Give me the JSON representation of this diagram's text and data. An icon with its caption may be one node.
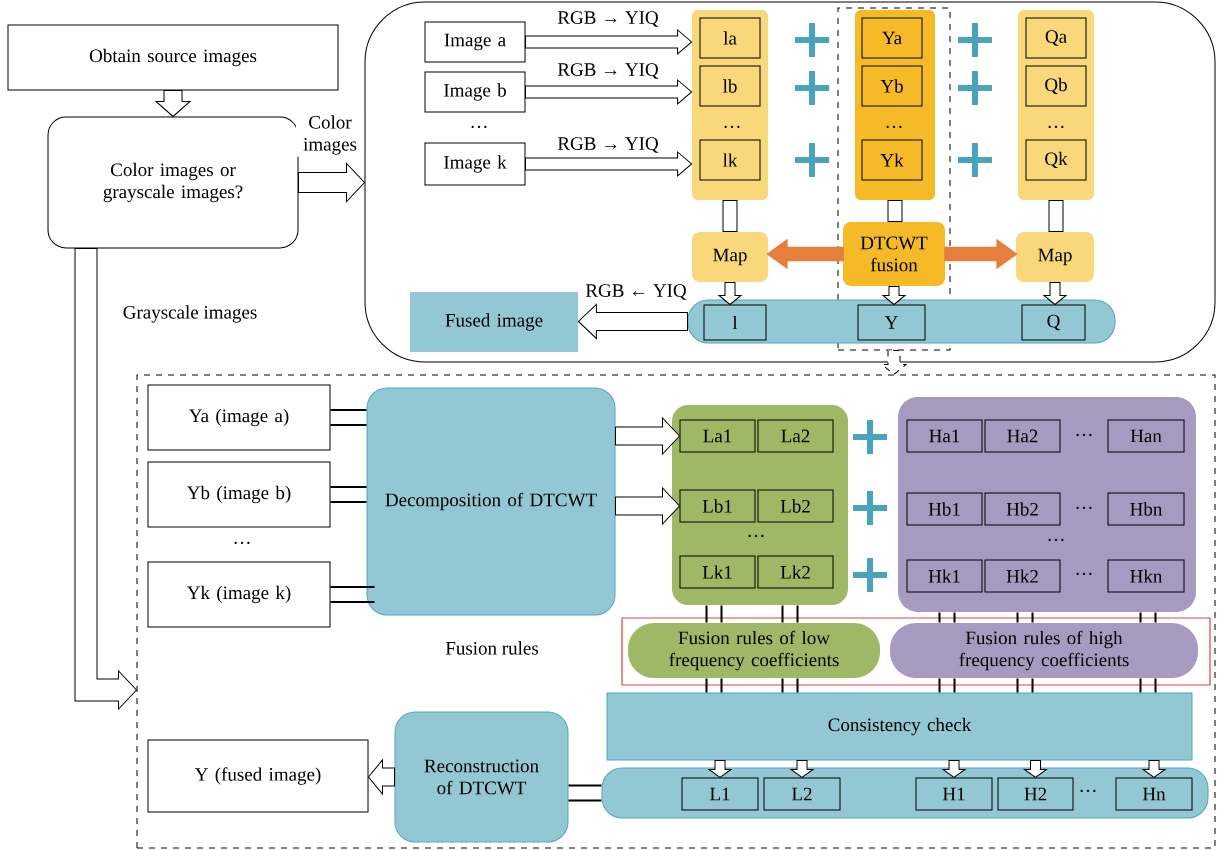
{
  "diagram": {
    "nodes": [
      {
        "text": [
          "Obtain source images"
        ]
      },
      {
        "text": [
          "Color images or grayscale images?"
        ]
      },
      {
        "text": [],
        "shape": "box"
      },
      {
        "text": [
          "Image a"
        ],
        "in": 2
      },
      {
        "text": [
          "Image b"
        ],
        "in": 2
      },
      {
        "text": [
          "Image k"
        ],
        "in": 2
      },
      {
        "text": [],
        "shape": "box",
        "in": 2
      },
      {
        "text": [
          "la"
        ],
        "in": 6
      },
      {
        "text": [
          "lb"
        ],
        "in": 6
      },
      {
        "text": [
          "lk"
        ],
        "in": 6
      },
      {
        "text": [],
        "shape": "box",
        "in": 2
      },
      {
        "text": [],
        "shape": "box",
        "in": 10
      },
      {
        "text": [
          "Ya"
        ],
        "in": 11
      },
      {
        "text": [
          "Yb"
        ],
        "in": 11
      },
      {
        "text": [
          "Yk"
        ],
        "in": 11
      },
      {
        "text": [],
        "shape": "box",
        "in": 2
      },
      {
        "text": [
          "Qa"
        ],
        "in": 15
      },
      {
        "text": [
          "Qb"
        ],
        "in": 15
      },
      {
        "text": [
          "Qk"
        ],
        "in": 15
      },
      {
        "text": [
          "Map"
        ],
        "in": 2
      },
      {
        "text": [
          "DTCWT fusion"
        ],
        "in": 10
      },
      {
        "text": [
          "Map"
        ],
        "in": 2
      },
      {
        "text": [
          "Fused image"
        ],
        "in": 2
      },
      {
        "text": [],
        "shape": "box",
        "in": 2
      },
      {
        "text": [
          "l"
        ],
        "in": 23
      },
      {
        "text": [
          "Y"
        ]
      },
      {
        "text": [
          "Q"
        ],
        "in": 23
      },
      {
        "text": [],
        "shape": "box"
      },
      {
        "text": [
          "Ya (image a)"
        ],
        "in": 27
      },
      {
        "text": [
          "Yb (image b)"
        ],
        "in": 27
      },
      {
        "text": [
          "Yk (image k)"
        ],
        "in": 27
      },
      {
        "text": [
          "Decomposition of DTCWT"
        ],
        "in": 27
      },
      {
        "text": [],
        "shape": "box",
        "in": 27
      },
      {
        "text": [
          "La1"
        ],
        "in": 32
      },
      {
        "text": [
          "La2"
        ],
        "in": 32
      },
      {
        "text": [
          "Lb1"
        ],
        "in": 32
      },
      {
        "text": [
          "Lb2"
        ],
        "in": 32
      },
      {
        "text": [
          "Lk1"
        ],
        "in": 32
      },
      {
        "text": [
          "Lk2"
        ],
        "in": 32
      },
      {
        "text": [],
        "shape": "box",
        "in": 27
      },
      {
        "text": [
          "Ha1"
        ],
        "in": 39
      },
      {
        "text": [
          "Ha2"
        ],
        "in": 39
      },
      {
        "text": [
          "Han"
        ],
        "in": 39
      },
      {
        "text": [
          "Hb1"
        ],
        "in": 39
      },
      {
        "text": [
          "Hb2"
        ],
        "in": 39
      },
      {
        "text": [
          "Hbn"
        ],
        "in": 39
      },
      {
        "text": [
          "Hk1"
        ],
        "in": 39
      },
      {
        "text": [
          "Hk2"
        ],
        "in": 39
      },
      {
        "text": [
          "Hkn"
        ],
        "in": 39
      },
      {
        "text": [],
        "shape": "box",
        "in": 27
      },
      {
        "text": [
          "Fusion rules of low frequency coefficients"
        ],
        "in": 49
      },
      {
        "text": [
          "Fusion rules of high frequency coefficients"
        ],
        "in": 49
      },
      {
        "text": [
          "Consistency check"
        ],
        "in": 27
      },
      {
        "text": [
          "Reconstruction of DTCWT"
        ],
        "in": 27
      },
      {
        "text": [
          "Y (fused image)"
        ],
        "in": 27
      },
      {
        "text": [],
        "shape": "box",
        "in": 27
      },
      {
        "text": [
          "L1"
        ],
        "in": 55
      },
      {
        "text": [
          "L2"
        ],
        "in": 55
      },
      {
        "text": [
          "H1"
        ],
        "in": 55
      },
      {
        "text": [
          "H2"
        ],
        "in": 55
      },
      {
        "text": [
          "Hn"
        ],
        "in": 55
      }
    ],
    "edges": [
      {
        "from": 0,
        "to": 1,
        "arrow": "to"
      },
      {
        "from": 1,
        "to": 2,
        "arrow": "to",
        "label": "Color images"
      },
      {
        "from": 1,
        "to": 27,
        "arrow": "to"
      },
      {
        "from": 3,
        "to": 6,
        "arrow": "to",
        "label": "RGB → YIQ"
      },
      {
        "from": 4,
        "to": 6,
        "arrow": "to",
        "label": "RGB → YIQ"
      },
      {
        "from": 5,
        "to": 6,
        "arrow": "to",
        "label": "RGB → YIQ"
      },
      {
        "from": 6,
        "to": 19,
        "arrow": "none"
      },
      {
        "from": 11,
        "to": 20,
        "arrow": "none"
      },
      {
        "from": 15,
        "to": 21,
        "arrow": "none"
      },
      {
        "from": 20,
        "to": 19,
        "arrow": "to",
        "style": "thick",
        "color": "#e67e3c"
      },
      {
        "from": 20,
        "to": 21,
        "arrow": "to",
        "style": "thick",
        "color": "#e67e3c"
      },
      {
        "from": 19,
        "to": 24,
        "arrow": "to"
      },
      {
        "from": 20,
        "to": 25,
        "arrow": "to"
      },
      {
        "from": 21,
        "to": 26,
        "arrow": "to"
      },
      {
        "from": 23,
        "to": 22,
        "arrow": "to",
        "label": "RGB ← YIQ"
      },
      {
        "from": 10,
        "to": 27,
        "arrow": "to",
        "style": "dashed"
      },
      {
        "from": 28,
        "to": 31,
        "arrow": "none"
      },
      {
        "from": 29,
        "to": 31,
        "arrow": "none"
      },
      {
        "from": 30,
        "to": 31,
        "arrow": "none"
      },
      {
        "from": 31,
        "to": 33,
        "arrow": "to"
      },
      {
        "from": 31,
        "to": 35,
        "arrow": "to"
      },
      {
        "from": 32,
        "to": 50,
        "arrow": "none"
      },
      {
        "from": 32,
        "to": 50,
        "arrow": "none"
      },
      {
        "from": 50,
        "to": 52,
        "arrow": "none"
      },
      {
        "from": 50,
        "to": 52,
        "arrow": "none"
      },
      {
        "from": 39,
        "to": 51,
        "arrow": "none"
      },
      {
        "from": 39,
        "to": 51,
        "arrow": "none"
      },
      {
        "from": 39,
        "to": 51,
        "arrow": "none"
      },
      {
        "from": 51,
        "to": 52,
        "arrow": "none"
      },
      {
        "from": 51,
        "to": 52,
        "arrow": "none"
      },
      {
        "from": 51,
        "to": 52,
        "arrow": "none"
      },
      {
        "from": 52,
        "to": 56,
        "arrow": "to"
      },
      {
        "from": 52,
        "to": 57,
        "arrow": "to"
      },
      {
        "from": 52,
        "to": 58,
        "arrow": "to"
      },
      {
        "from": 52,
        "to": 59,
        "arrow": "to"
      },
      {
        "from": 52,
        "to": 60,
        "arrow": "to"
      },
      {
        "from": 55,
        "to": 53,
        "arrow": "none"
      },
      {
        "from": 53,
        "to": 54,
        "arrow": "to"
      }
    ],
    "labels": [
      "…",
      "…",
      "…",
      "…",
      "Grayscale images",
      "…",
      "…",
      "…",
      "…",
      "…",
      "…",
      "Fusion rules",
      "…"
    ]
  }
}
